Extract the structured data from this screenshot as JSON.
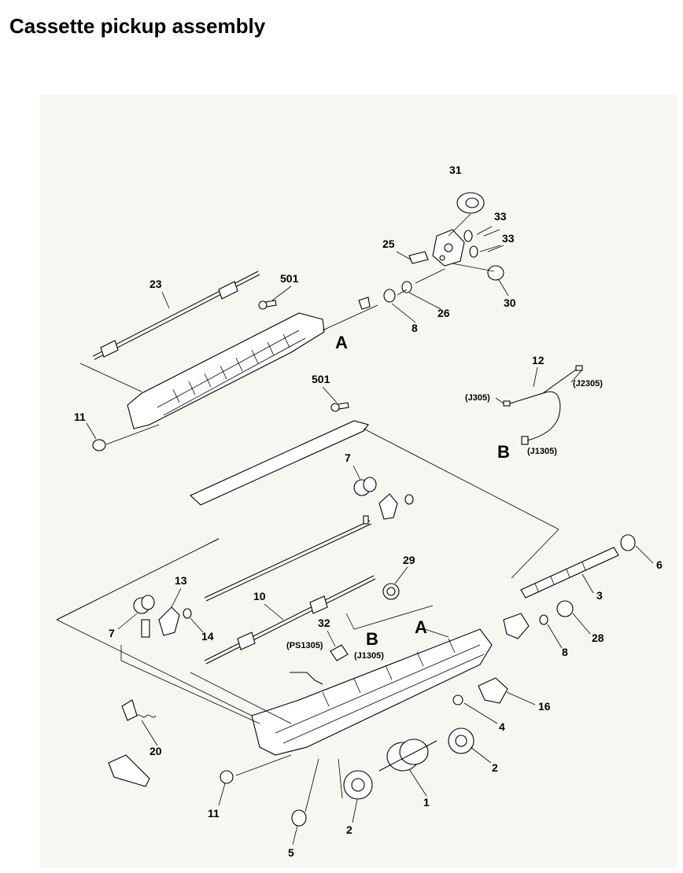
{
  "title": "Cassette pickup assembly",
  "callouts": {
    "c31": "31",
    "c33a": "33",
    "c33b": "33",
    "c25": "25",
    "c30": "30",
    "c26": "26",
    "c8a": "8",
    "c23": "23",
    "c501a": "501",
    "cA1": "A",
    "c11a": "11",
    "c501b": "501",
    "c12": "12",
    "cJ305": "(J305)",
    "cJ2305": "(J2305)",
    "cB1": "B",
    "cJ1305a": "(J1305)",
    "c7a": "7",
    "c6": "6",
    "c29": "29",
    "c3": "3",
    "c13": "13",
    "c10": "10",
    "c7b": "7",
    "c14": "14",
    "cA2": "A",
    "c28": "28",
    "c8b": "8",
    "c32": "32",
    "cB2": "B",
    "cPS1305": "(PS1305)",
    "cJ1305b": "(J1305)",
    "c16": "16",
    "c4": "4",
    "c20": "20",
    "c2a": "2",
    "c1": "1",
    "c11b": "11",
    "c2b": "2",
    "c5": "5"
  }
}
